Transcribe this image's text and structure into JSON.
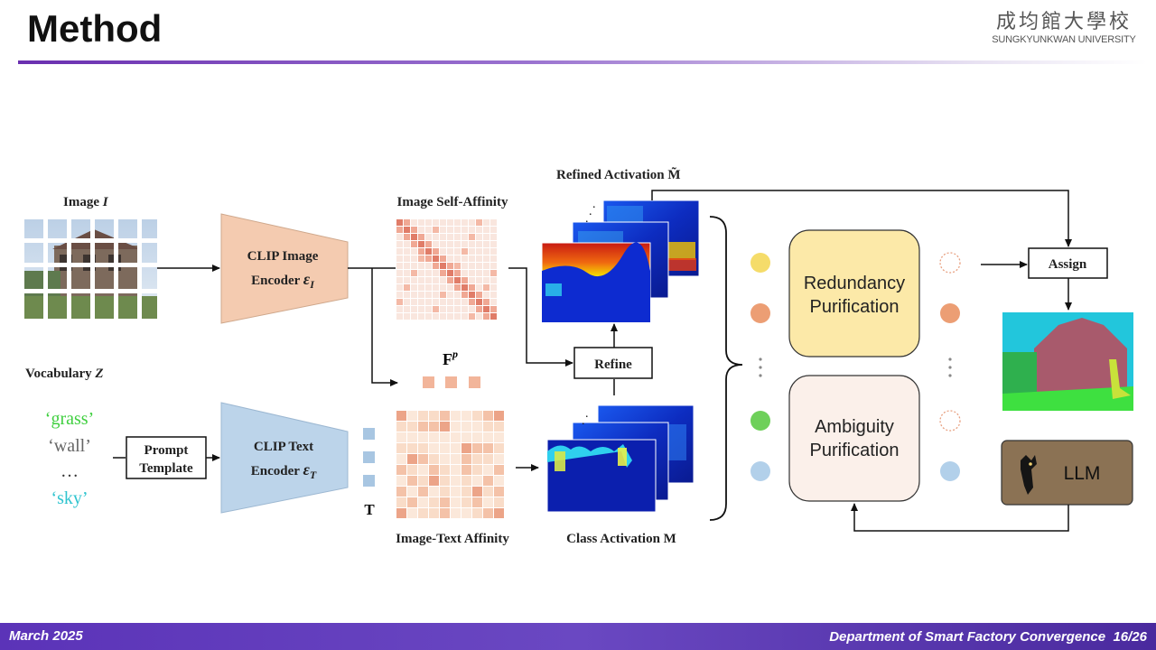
{
  "slide": {
    "title": "Method",
    "logo_cn": "成均館大學校",
    "logo_en": "SUNGKYUNKWAN UNIVERSITY",
    "footer_date": "March 2025",
    "footer_department": "Department of Smart Factory Convergence",
    "footer_page": "16/26"
  },
  "diagram": {
    "image_label": "Image ",
    "image_symbol": "I",
    "vocab_label": "Vocabulary ",
    "vocab_symbol": "Z",
    "vocab_words": [
      {
        "text": "‘grass’",
        "color": "#3fcf3f"
      },
      {
        "text": "‘wall’",
        "color": "#666666"
      },
      {
        "text": "…",
        "color": "#333333"
      },
      {
        "text": "‘sky’",
        "color": "#2fc4cf"
      }
    ],
    "prompt_template_line1": "Prompt",
    "prompt_template_line2": "Template",
    "clip_image_line1": "CLIP Image",
    "clip_image_line2": "Encoder ",
    "clip_image_symbol": "ε",
    "clip_image_sub": "I",
    "clip_text_line1": "CLIP Text",
    "clip_text_line2": "Encoder ",
    "clip_text_symbol": "ε",
    "clip_text_sub": "T",
    "self_affinity_label": "Image Self-Affinity",
    "text_affinity_label": "Image-Text Affinity",
    "fp_label": "F",
    "fp_sup": "p",
    "t_label": "T",
    "refined_label": "Refined Activation ",
    "refined_symbol": "M̃",
    "class_activation_label": "Class Activation M",
    "refine_button": "Refine",
    "assign_button": "Assign",
    "redundancy_line1": "Redundancy",
    "redundancy_line2": "Purification",
    "ambiguity_line1": "Ambiguity",
    "ambiguity_line2": "Purification",
    "llm_label": "LLM",
    "colors": {
      "clip_image": "#f4cbb0",
      "clip_text": "#bcd4ea",
      "redundancy": "#fce9a8",
      "ambiguity": "#fbf0ea",
      "llm": "#8b7254",
      "dot_yellow": "#f5dc6a",
      "dot_orange": "#ec9e74",
      "dot_green": "#6ed05a",
      "dot_blue": "#b2d0ea"
    }
  }
}
